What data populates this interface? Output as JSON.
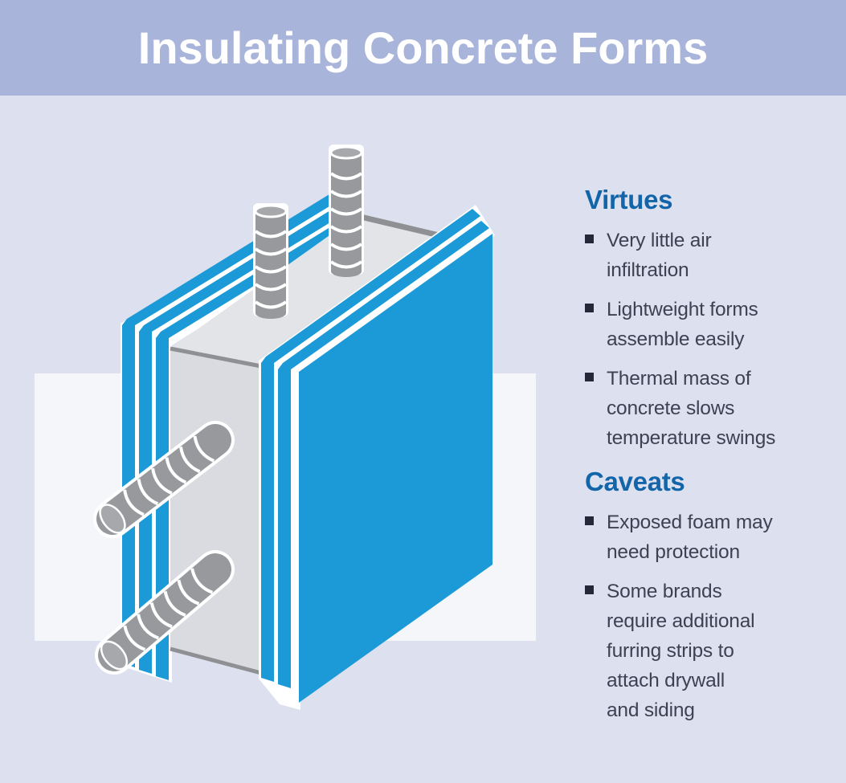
{
  "header": {
    "title": "Insulating Concrete Forms"
  },
  "sections": [
    {
      "heading": "Virtues",
      "items": [
        "Very little air\ninfiltration",
        "Lightweight forms\nassemble easily",
        "Thermal mass of\nconcrete slows\ntemperature swings"
      ]
    },
    {
      "heading": "Caveats",
      "items": [
        "Exposed foam may\nneed protection",
        "Some brands\nrequire additional\nfurring strips to\nattach drywall\nand siding"
      ]
    }
  ],
  "illustration": {
    "parts": [
      "foam-panel-back",
      "concrete-core",
      "rebar-vertical",
      "rebar-horizontal",
      "foam-panel-front"
    ]
  },
  "colors": {
    "banner": "#a9b4da",
    "background": "#dde1ef",
    "panel_blue": "#1b9ad7",
    "concrete_gray": "#d9dbe0",
    "concrete_top_gray": "#e2e4e8",
    "edge_gray": "#8e9094",
    "rebar_gray": "#97999d",
    "rebar_cap_gray": "#a6a8ac",
    "heading_blue": "#1365a9",
    "body_text": "#3c4252",
    "backdrop_white": "#f4f6fa"
  }
}
